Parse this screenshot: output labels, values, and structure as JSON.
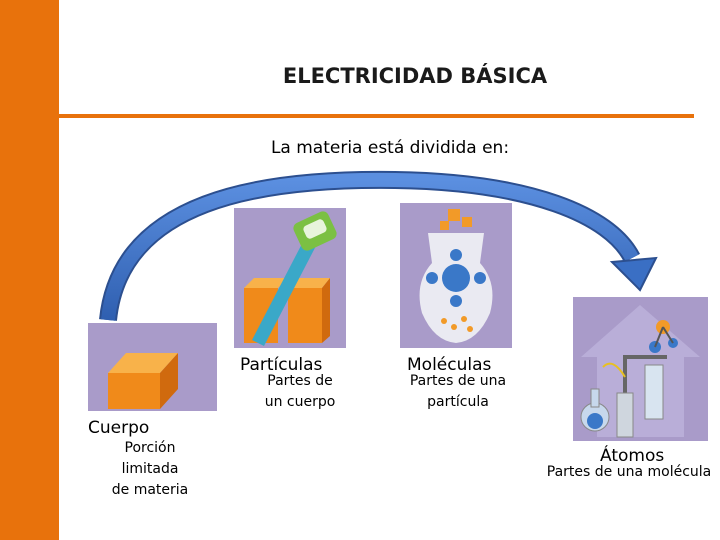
{
  "title": "ELECTRICIDAD BÁSICA",
  "subtitle": "La materia está  dividida en:",
  "items": {
    "cuerpo": {
      "label": "Cuerpo",
      "desc_lines": [
        "Porción",
        "limitada",
        "de materia"
      ]
    },
    "particulas": {
      "label": "Partículas",
      "desc_lines": [
        "Partes de",
        "un cuerpo"
      ]
    },
    "moleculas": {
      "label": "Moléculas",
      "desc_lines": [
        "Partes de una",
        "partícula"
      ]
    },
    "atomos": {
      "label": "Átomos",
      "desc_lines": [
        "Partes de una molécula"
      ]
    }
  },
  "colors": {
    "accent": "#e8720c",
    "arc_blue": "#3a6fc4",
    "panel_lilac": "#a99bc9",
    "cube_orange": "#f4a030"
  }
}
